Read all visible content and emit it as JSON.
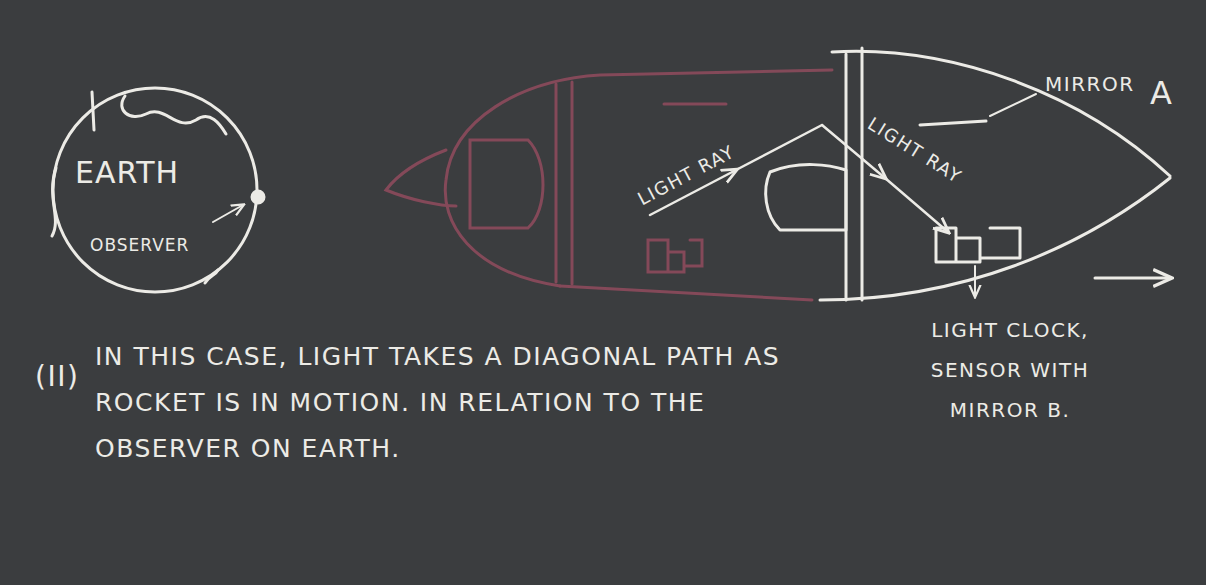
{
  "diagram": {
    "nodes": [
      {
        "text": [
          "EARTH",
          "OBSERVER"
        ]
      }
    ],
    "labels": [
      "LIGHT RAY",
      "LIGHT RAY",
      "MIRROR",
      "A",
      "LIGHT CLOCK, SENSOR WITH MIRROR B.",
      "(II)",
      "IN THIS CASE, LIGHT TAKES A DIAGONAL PATH AS ROCKET IS IN MOTION. IN RELATION TO THE OBSERVER ON EARTH."
    ]
  }
}
